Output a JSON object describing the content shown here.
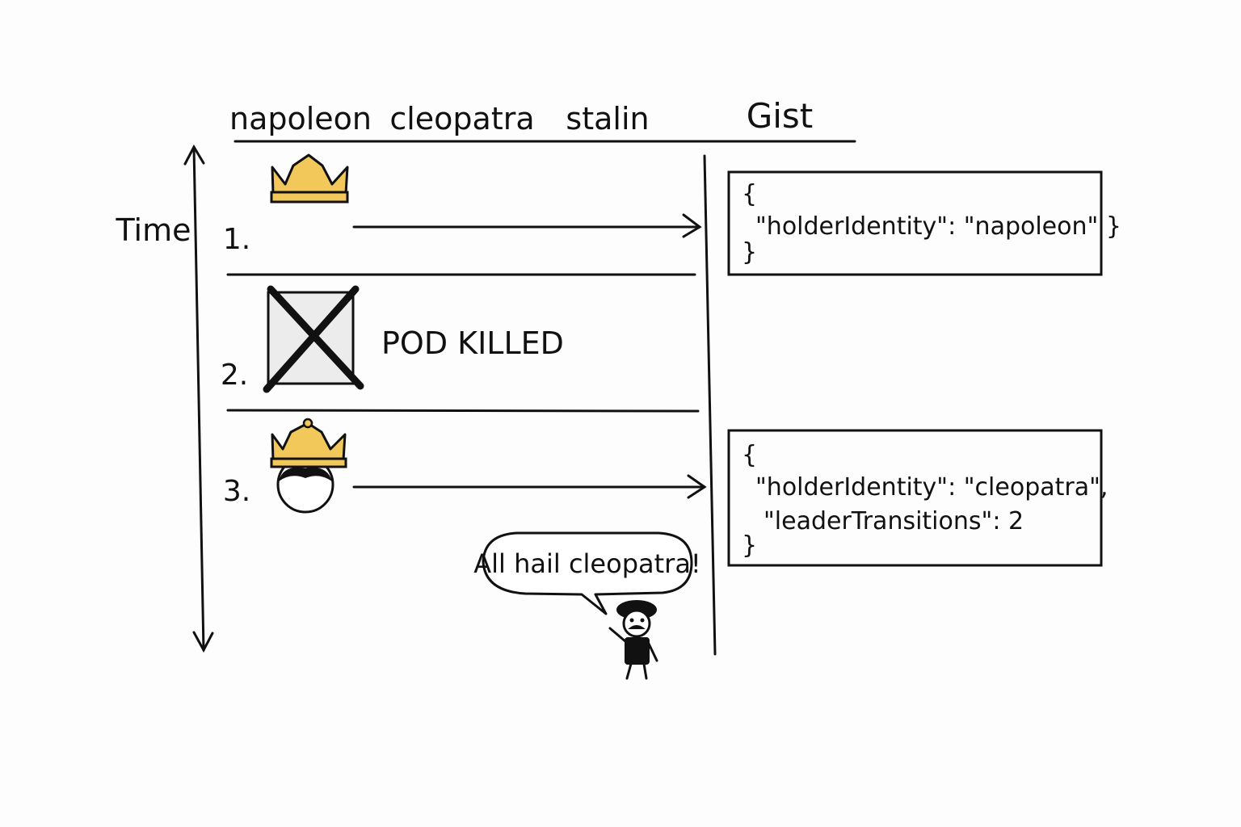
{
  "columns": {
    "napoleon": "napoleon",
    "cleopatra": "cleopatra",
    "stalin": "stalin",
    "gist": "Gist"
  },
  "axis_label": "Time",
  "steps": [
    {
      "number": "1."
    },
    {
      "number": "2.",
      "label": "POD KILLED"
    },
    {
      "number": "3."
    }
  ],
  "gist_boxes": [
    {
      "open": "{",
      "lines": [
        "\"holderIdentity\": \"napoleon\"  }"
      ],
      "close": "}"
    },
    {
      "open": "{",
      "lines": [
        "\"holderIdentity\": \"cleopatra\",",
        "\"leaderTransitions\":  2"
      ],
      "close": "}"
    }
  ],
  "speech_bubble": "All hail cleopatra!",
  "colors": {
    "crown": "#f2c85b",
    "pod": "#ececec",
    "ink": "#111111"
  }
}
